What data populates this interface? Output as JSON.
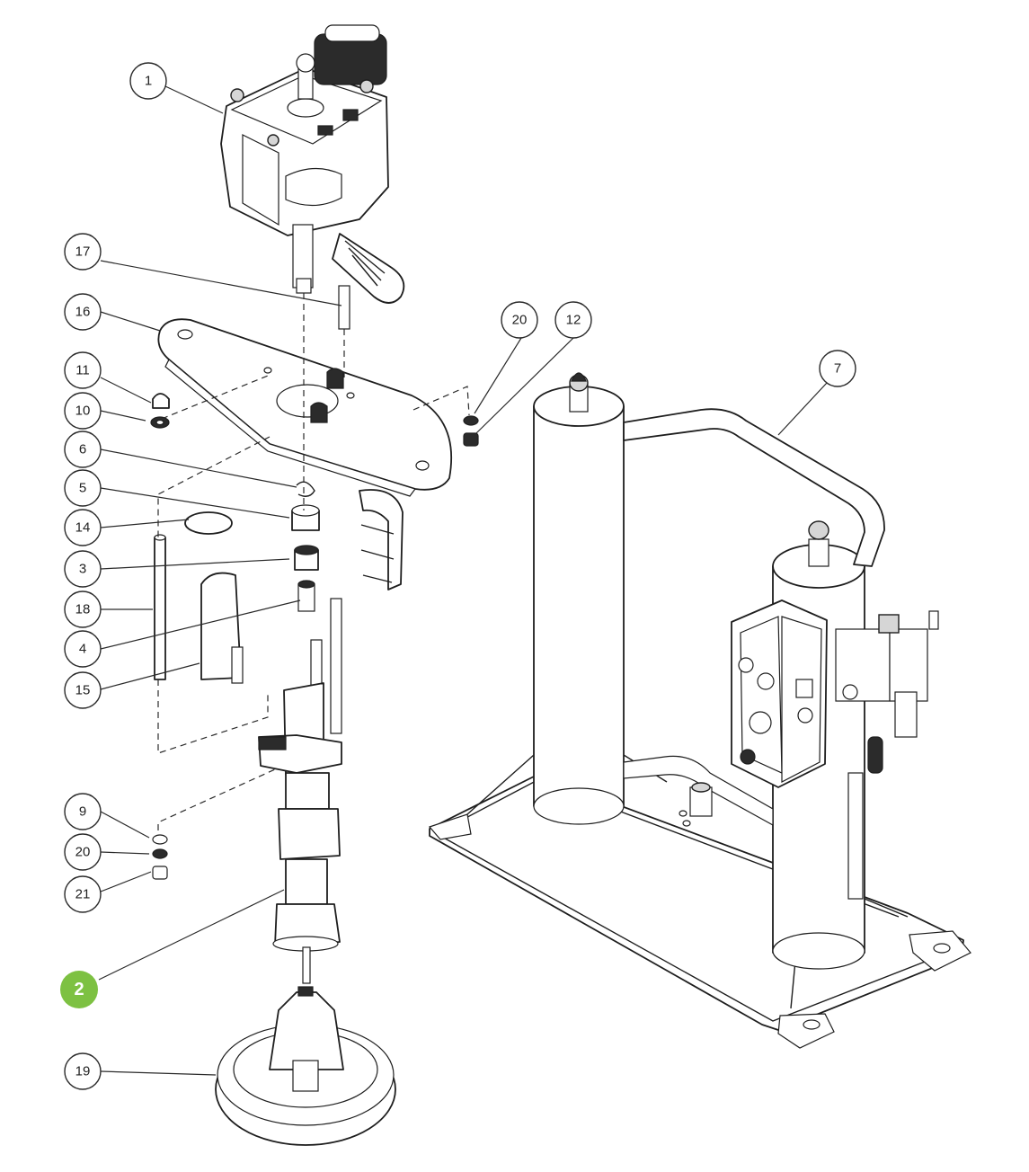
{
  "callouts": [
    {
      "id": "1",
      "label": "1"
    },
    {
      "id": "17",
      "label": "17"
    },
    {
      "id": "16",
      "label": "16"
    },
    {
      "id": "11",
      "label": "11"
    },
    {
      "id": "10",
      "label": "10"
    },
    {
      "id": "6",
      "label": "6"
    },
    {
      "id": "5",
      "label": "5"
    },
    {
      "id": "14",
      "label": "14"
    },
    {
      "id": "3",
      "label": "3"
    },
    {
      "id": "18",
      "label": "18"
    },
    {
      "id": "4",
      "label": "4"
    },
    {
      "id": "15",
      "label": "15"
    },
    {
      "id": "9",
      "label": "9"
    },
    {
      "id": "20b",
      "label": "20"
    },
    {
      "id": "21",
      "label": "21"
    },
    {
      "id": "19",
      "label": "19"
    },
    {
      "id": "20a",
      "label": "20"
    },
    {
      "id": "12",
      "label": "12"
    },
    {
      "id": "7",
      "label": "7"
    }
  ],
  "highlight": {
    "label": "2",
    "color": "#7dc142"
  }
}
